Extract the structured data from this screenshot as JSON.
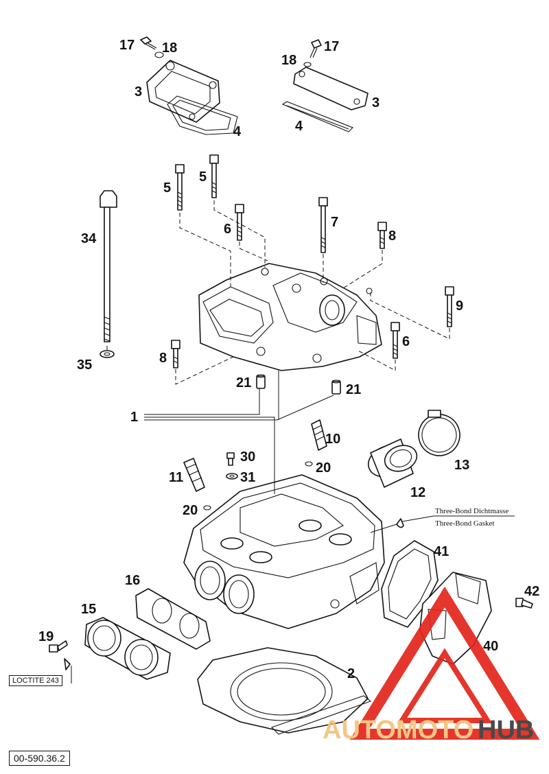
{
  "reference_code": "00-590.36.2",
  "notes": {
    "loctite": "LOCTITE 243",
    "three_bond_de": "Three-Bond Dichtmasse",
    "three_bond_en": "Three-Bond Gasket"
  },
  "watermark": {
    "text_auto": "AUTOMOTO",
    "text_hub": "HUB",
    "color_red": "#e3261c",
    "color_dark": "#3a3a3a",
    "color_gold": "#f1c27a"
  },
  "callouts": [
    {
      "id": "c17a",
      "label": "17"
    },
    {
      "id": "c18a",
      "label": "18"
    },
    {
      "id": "c3a",
      "label": "3"
    },
    {
      "id": "c4a",
      "label": "4"
    },
    {
      "id": "c17b",
      "label": "17"
    },
    {
      "id": "c18b",
      "label": "18"
    },
    {
      "id": "c3b",
      "label": "3"
    },
    {
      "id": "c4b",
      "label": "4"
    },
    {
      "id": "c5a",
      "label": "5"
    },
    {
      "id": "c5b",
      "label": "5"
    },
    {
      "id": "c34",
      "label": "34"
    },
    {
      "id": "c6a",
      "label": "6"
    },
    {
      "id": "c7",
      "label": "7"
    },
    {
      "id": "c8a",
      "label": "8"
    },
    {
      "id": "c9",
      "label": "9"
    },
    {
      "id": "c6b",
      "label": "6"
    },
    {
      "id": "c8b",
      "label": "8"
    },
    {
      "id": "c35",
      "label": "35"
    },
    {
      "id": "c21a",
      "label": "21"
    },
    {
      "id": "c21b",
      "label": "21"
    },
    {
      "id": "c1",
      "label": "1"
    },
    {
      "id": "c10",
      "label": "10"
    },
    {
      "id": "c13",
      "label": "13"
    },
    {
      "id": "c30",
      "label": "30"
    },
    {
      "id": "c20a",
      "label": "20"
    },
    {
      "id": "c11",
      "label": "11"
    },
    {
      "id": "c31",
      "label": "31"
    },
    {
      "id": "c12",
      "label": "12"
    },
    {
      "id": "c20b",
      "label": "20"
    },
    {
      "id": "c41",
      "label": "41"
    },
    {
      "id": "c16",
      "label": "16"
    },
    {
      "id": "c15",
      "label": "15"
    },
    {
      "id": "c42",
      "label": "42"
    },
    {
      "id": "c19",
      "label": "19"
    },
    {
      "id": "c40",
      "label": "40"
    },
    {
      "id": "c2",
      "label": "2"
    }
  ]
}
